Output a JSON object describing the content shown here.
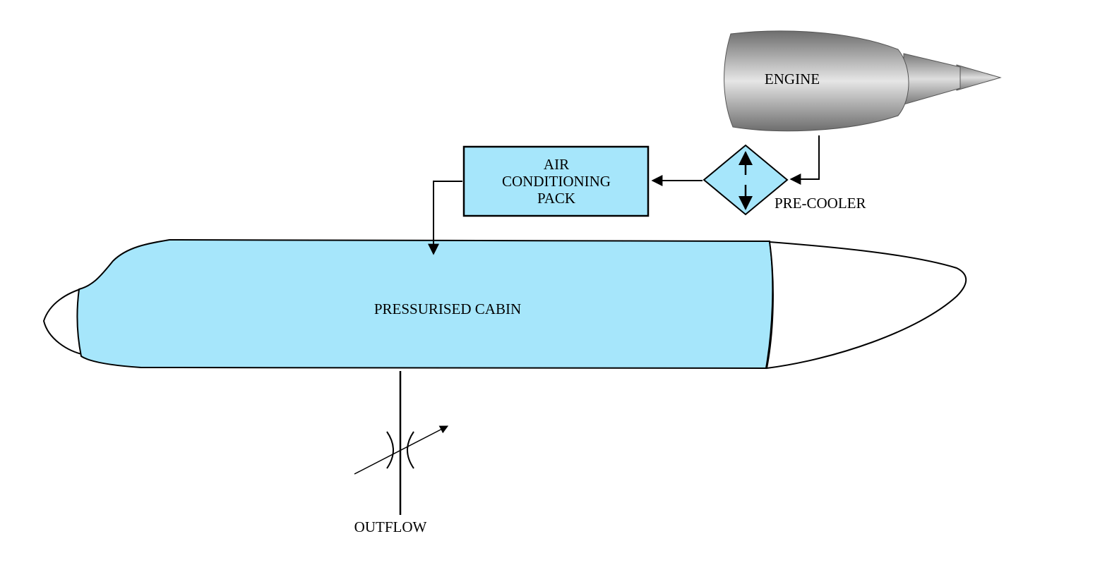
{
  "labels": {
    "engine": "ENGINE",
    "pack_line1": "AIR",
    "pack_line2": "CONDITIONING",
    "pack_line3": "PACK",
    "precooler": "PRE-COOLER",
    "cabin": "PRESSURISED CABIN",
    "outflow": "OUTFLOW"
  },
  "colors": {
    "cabin_fill": "#a6e6fb",
    "component_fill": "#a6e6fb",
    "line": "#000000",
    "engine_light": "#e8e8e8",
    "engine_dark": "#7a7a7a"
  },
  "icons": {
    "engine": "engine-nacelle-icon",
    "precooler": "heat-exchanger-diamond-icon",
    "outflow_valve": "variable-restrictor-icon"
  }
}
